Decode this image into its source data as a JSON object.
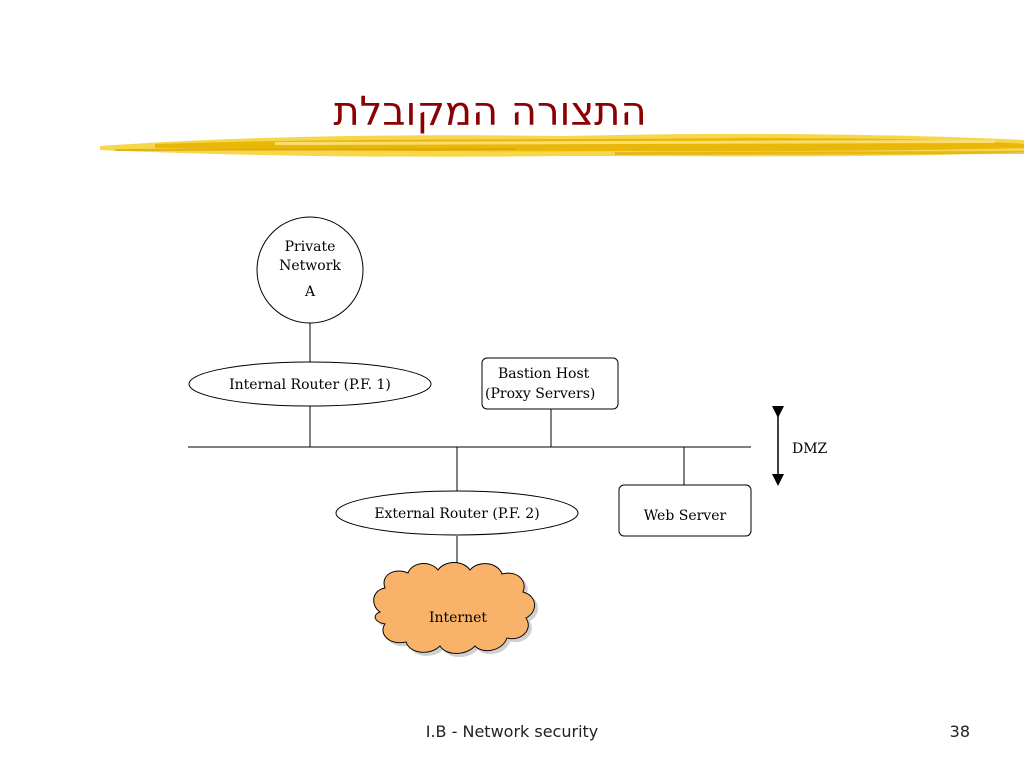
{
  "slide": {
    "title": "התצורה המקובלת",
    "footer": "I.B - Network security",
    "page_number": "38"
  },
  "diagram": {
    "private_network": {
      "line1": "Private",
      "line2": "Network",
      "line3": "A"
    },
    "internal_router": "Internal Router (P.F. 1)",
    "bastion_host": {
      "line1": "Bastion Host",
      "line2": "(Proxy Servers)"
    },
    "dmz_label": "DMZ",
    "external_router": "External Router (P.F. 2)",
    "web_server": "Web Server",
    "internet": "Internet"
  },
  "colors": {
    "title": "#8b0000",
    "brush": "#f2c200",
    "cloud_fill": "#f9b26a",
    "lines": "#000000"
  }
}
